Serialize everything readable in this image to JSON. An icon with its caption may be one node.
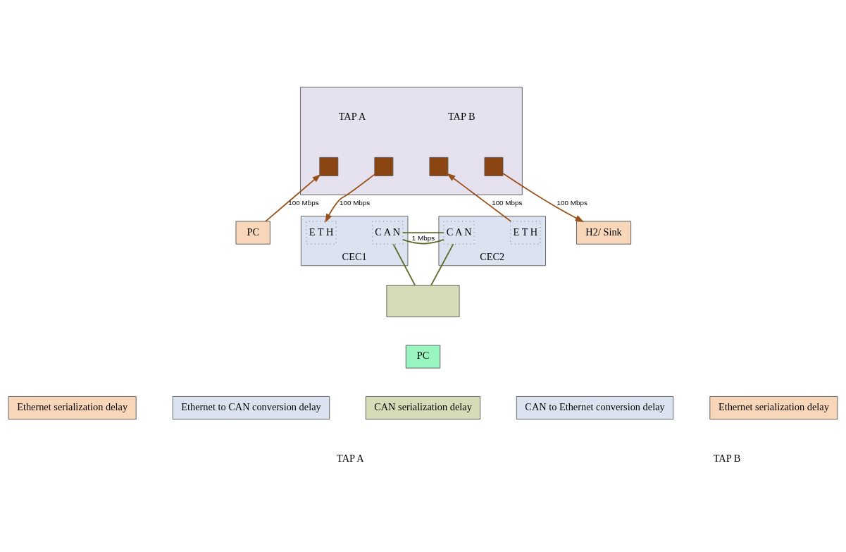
{
  "diagram": {
    "nodes": [
      {
        "text": [],
        "shape": "box"
      },
      {
        "text": [],
        "shape": "box",
        "in": 0
      },
      {
        "text": [],
        "shape": "box",
        "in": 0
      },
      {
        "text": [],
        "shape": "box",
        "in": 0
      },
      {
        "text": [],
        "shape": "box",
        "in": 0
      },
      {
        "text": [
          "PC"
        ]
      },
      {
        "text": [
          "CEC1"
        ]
      },
      {
        "text": [
          "E T H"
        ],
        "in": 6
      },
      {
        "text": [
          "C A N"
        ],
        "in": 6
      },
      {
        "text": [
          "CEC2"
        ]
      },
      {
        "text": [
          "C A N"
        ],
        "in": 9
      },
      {
        "text": [
          "E T H"
        ],
        "in": 9
      },
      {
        "text": [
          "H2/ Sink"
        ]
      },
      {
        "text": [],
        "shape": "box"
      },
      {
        "text": [
          "PC"
        ]
      },
      {
        "text": [
          "Ethernet serialization delay"
        ]
      },
      {
        "text": [
          "Ethernet to CAN conversion delay"
        ]
      },
      {
        "text": [
          "CAN serialization delay"
        ]
      },
      {
        "text": [
          "CAN to Ethernet conversion delay"
        ]
      },
      {
        "text": [
          "Ethernet serialization delay"
        ]
      }
    ],
    "edges": [
      {
        "from": 5,
        "to": 1,
        "arrow": "to",
        "label": "100 Mbps"
      },
      {
        "from": 2,
        "to": 7,
        "arrow": "to",
        "label": "100 Mbps"
      },
      {
        "from": 8,
        "to": 10,
        "arrow": "none",
        "label": "1 Mbps",
        "color": "#5b6e2e"
      },
      {
        "from": 8,
        "to": 13,
        "arrow": "none",
        "color": "#5b6e2e"
      },
      {
        "from": 10,
        "to": 13,
        "arrow": "none",
        "color": "#5b6e2e"
      },
      {
        "from": 11,
        "to": 3,
        "arrow": "to",
        "label": "100 Mbps"
      },
      {
        "from": 4,
        "to": 12,
        "arrow": "to",
        "label": "100 Mbps"
      }
    ],
    "labels": [
      "TAP A",
      "TAP B",
      "TAP A",
      "TAP B"
    ]
  }
}
